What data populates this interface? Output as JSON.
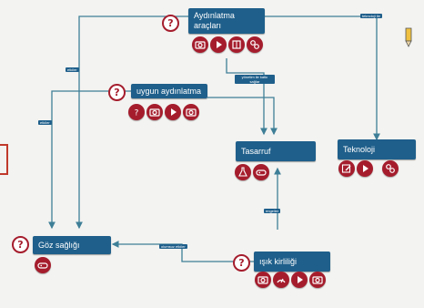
{
  "colors": {
    "node": "#1f5f8b",
    "tool": "#a51d2d",
    "edge": "#3e7f97",
    "background": "#f3f3f1"
  },
  "nodes": {
    "aydinlatma": {
      "label_line1": "Aydınlatma",
      "label_line2": "araçları",
      "tools": [
        "camera-icon",
        "play-icon",
        "book-icon",
        "link-icon"
      ]
    },
    "uygun": {
      "label": "uygun aydınlatma",
      "tools": [
        "question-icon",
        "camera-icon",
        "play-icon",
        "camera-icon"
      ]
    },
    "tasarruf": {
      "label": "Tasarruf",
      "tools": [
        "flask-icon",
        "gamepad-icon"
      ]
    },
    "teknoloji": {
      "label": "Teknoloji",
      "tools": [
        "edit-icon",
        "play-icon",
        "link-icon"
      ]
    },
    "goz": {
      "label": "Göz sağlığı",
      "tools": [
        "gamepad-icon"
      ]
    },
    "isik": {
      "label": "ışık kirliliği",
      "tools": [
        "camera-icon",
        "gauge-icon",
        "play-icon",
        "camera-icon"
      ]
    }
  },
  "edge_labels": {
    "aydinlatma_teknoloji": "teknoloji ile",
    "aydinlatma_goz": "etkiler",
    "uygun_goz": "etkiler",
    "aydinlatma_tasarruf": "yönetim ile katkı sağlar",
    "isik_tasarruf": "engeller",
    "isik_goz": "olumsuz etkiler"
  }
}
